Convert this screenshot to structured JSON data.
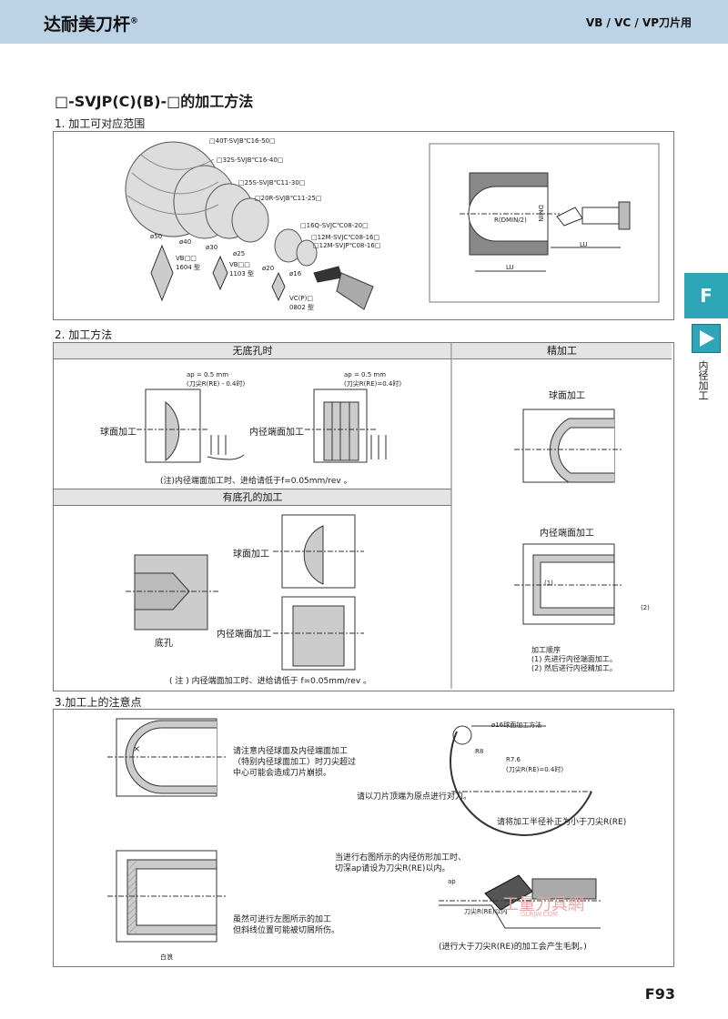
{
  "header": {
    "brand": "达耐美刀杆",
    "brand_mark": "®",
    "category": "VB / VC / VP刀片用"
  },
  "title": "□-SVJP(C)(B)-□的加工方法",
  "section1": {
    "heading": "1. 加工可对应范围",
    "tools": [
      "□40T-SVJB℃16-50□",
      "□32S-SVJB℃16-40□",
      "□25S-SVJB℃11-30□",
      "□20R-SVJB℃11-25□",
      "□16Q-SVJC℃08-20□",
      "□12M-SVJC℃08-16□",
      "□12M-SVJP℃08-16□"
    ],
    "diameters": [
      "ø50",
      "ø40",
      "ø30",
      "ø25",
      "ø20",
      "ø16"
    ],
    "inserts": [
      [
        "VB□□",
        "1604 型"
      ],
      [
        "VB□□",
        "1103 型"
      ],
      [
        "VC(P)□",
        "0802 型"
      ]
    ],
    "dims": {
      "dmin": "DMIN",
      "rdmin": "R(DMIN/2)",
      "lu": "LU"
    }
  },
  "section2": {
    "heading": "2. 加工方法",
    "col_a": "无底孔时",
    "col_b": "精加工",
    "sub_b": "有底孔的加工",
    "sphere": "球面加工",
    "face": "内径端面加工",
    "ap_left": [
      "ap = 0.5 mm",
      "(刀尖R(RE) - 0.4时)"
    ],
    "ap_right": [
      "ap = 0.5 mm",
      "(刀尖R(RE)=0.4时)"
    ],
    "note1": "(注)内径端面加工时、进给请低于f=0.05mm/rev 。",
    "note2": "( 注 ) 内径端面加工时、进给请低于 f=0.05mm/rev 。",
    "pilot_hole": "底孔",
    "step1": "(1)",
    "step2": "(2)",
    "order": [
      "加工顺序",
      "(1) 先进行内径端面加工。",
      "(2) 然后进行内径精加工。"
    ]
  },
  "section3": {
    "heading": "3.加工上的注意点",
    "text1": [
      "请注意内径球面及内径端面加工",
      "（特别内径球面加工）时刀尖超过",
      "中心可能会造成刀片崩损。"
    ],
    "sub1": "ø16球面加工方法",
    "r8": "R8",
    "r76": [
      "R7.6",
      "(刀尖R(RE)=0.4时)"
    ],
    "text2": "请以刀片顶端为原点进行对刀。",
    "text3": "请将加工半径补正为小于刀尖R(RE)",
    "text4": [
      "当进行右图所示的内径仿形加工时、",
      "切深ap请设为刀尖R(RE)以内。"
    ],
    "ap": "ap",
    "re_in": "刀尖R(RE)以内",
    "text5": [
      "虽然可进行左图所示的加工",
      "但斜线位置可能被切屑所伤。"
    ],
    "scar": "白浪",
    "text6": "(进行大于刀尖R(RE)的加工会产生毛刺。)"
  },
  "side_tab": {
    "letter": "F",
    "label": "内径加工"
  },
  "page_number": "F93",
  "watermark": {
    "main": "工量刀具網",
    "url": "GLRJW.COM"
  }
}
